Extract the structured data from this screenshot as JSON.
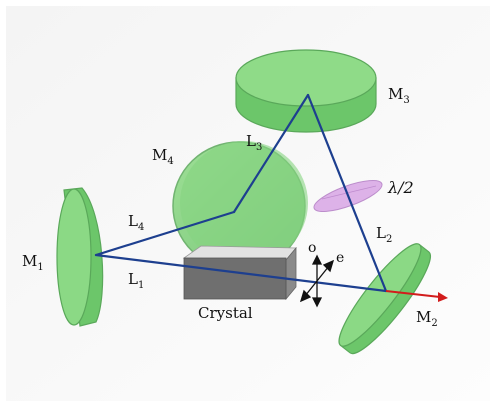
{
  "labels": {
    "m1": "M",
    "m1_sub": "1",
    "m2": "M",
    "m2_sub": "2",
    "m3": "M",
    "m3_sub": "3",
    "m4": "M",
    "m4_sub": "4",
    "l1": "L",
    "l1_sub": "1",
    "l2": "L",
    "l2_sub": "2",
    "l3": "L",
    "l3_sub": "3",
    "l4": "L",
    "l4_sub": "4",
    "waveplate": "λ/2",
    "crystal": "Crystal",
    "axis_o": "o",
    "axis_e": "e"
  },
  "colors": {
    "mirror_fill": "#7fd47a",
    "mirror_edge": "#5aa85a",
    "beam": "#1d3f8f",
    "output_beam": "#d21c1c",
    "waveplate": "#d9a6e6",
    "crystal_front": "#6f6f6f",
    "crystal_top": "#e2e2e2"
  }
}
